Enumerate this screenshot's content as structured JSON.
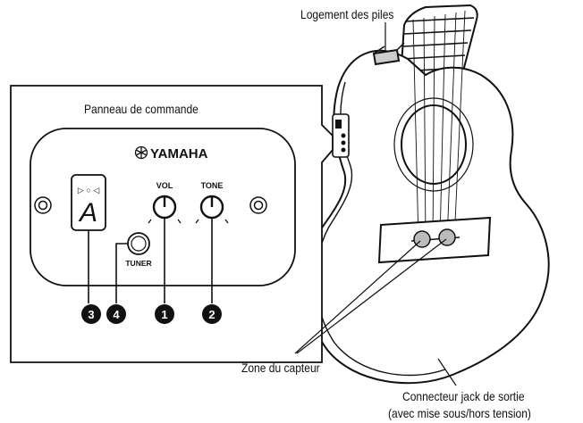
{
  "labels": {
    "battery": "Logement des piles",
    "panel_title": "Panneau de commande",
    "pickup": "Zone du capteur",
    "jack_line1": "Connecteur jack de sortie",
    "jack_line2": "(avec mise sous/hors tension)"
  },
  "panel": {
    "brand": "YAMAHA",
    "vol_label": "VOL",
    "tone_label": "TONE",
    "tuner_label": "TUNER",
    "display_char": "A",
    "indicator_symbols": "▷ ○ ◁"
  },
  "callouts": [
    "3",
    "4",
    "1",
    "2"
  ],
  "icons": {
    "brand_logo": "yamaha-tuning-fork-emblem",
    "knob": "rotary-knob-icon",
    "screw": "screw-icon"
  }
}
